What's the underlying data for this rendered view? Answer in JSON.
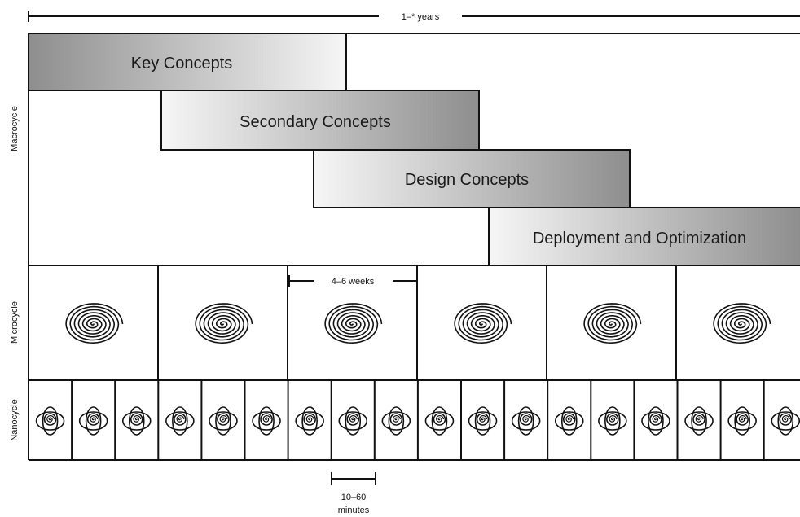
{
  "timeline": {
    "label": "1–* years"
  },
  "cycles": {
    "macro": "Macrocycle",
    "micro": "Microcycle",
    "nano": "Nanocycle"
  },
  "concepts": [
    {
      "label": "Key Concepts"
    },
    {
      "label": "Secondary Concepts"
    },
    {
      "label": "Design Concepts"
    },
    {
      "label": "Deployment and Optimization"
    }
  ],
  "micro_duration": "4–6 weeks",
  "nano_duration": {
    "line1": "10–60",
    "line2": "minutes"
  },
  "micro_cell_count": 6,
  "nano_cell_count": 18,
  "colors": {
    "line": "#111111",
    "gradient_dark": "#8c8c8c",
    "gradient_light": "#f7f7f7"
  }
}
